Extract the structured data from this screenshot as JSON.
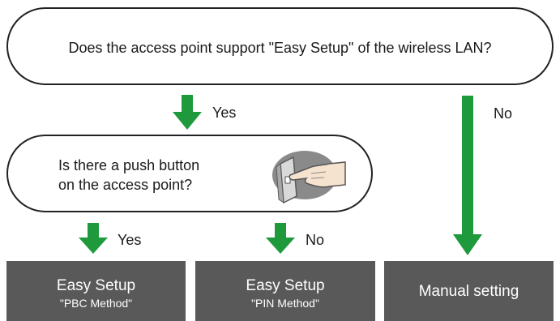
{
  "question1": {
    "text": "Does the access point support \"Easy Setup\" of the wireless LAN?"
  },
  "question2": {
    "line1": "Is there a push button",
    "line2": "on the access point?"
  },
  "labels": {
    "yes": "Yes",
    "no": "No"
  },
  "results": [
    {
      "title": "Easy Setup",
      "subtitle": "\"PBC Method\""
    },
    {
      "title": "Easy Setup",
      "subtitle": "\"PIN Method\""
    },
    {
      "title": "Manual setting",
      "subtitle": ""
    }
  ],
  "colors": {
    "arrow": "#1e9a3c",
    "result_box": "#595959",
    "outline": "#222222"
  },
  "icons": {
    "push_button": "hand-pressing-button-icon"
  }
}
